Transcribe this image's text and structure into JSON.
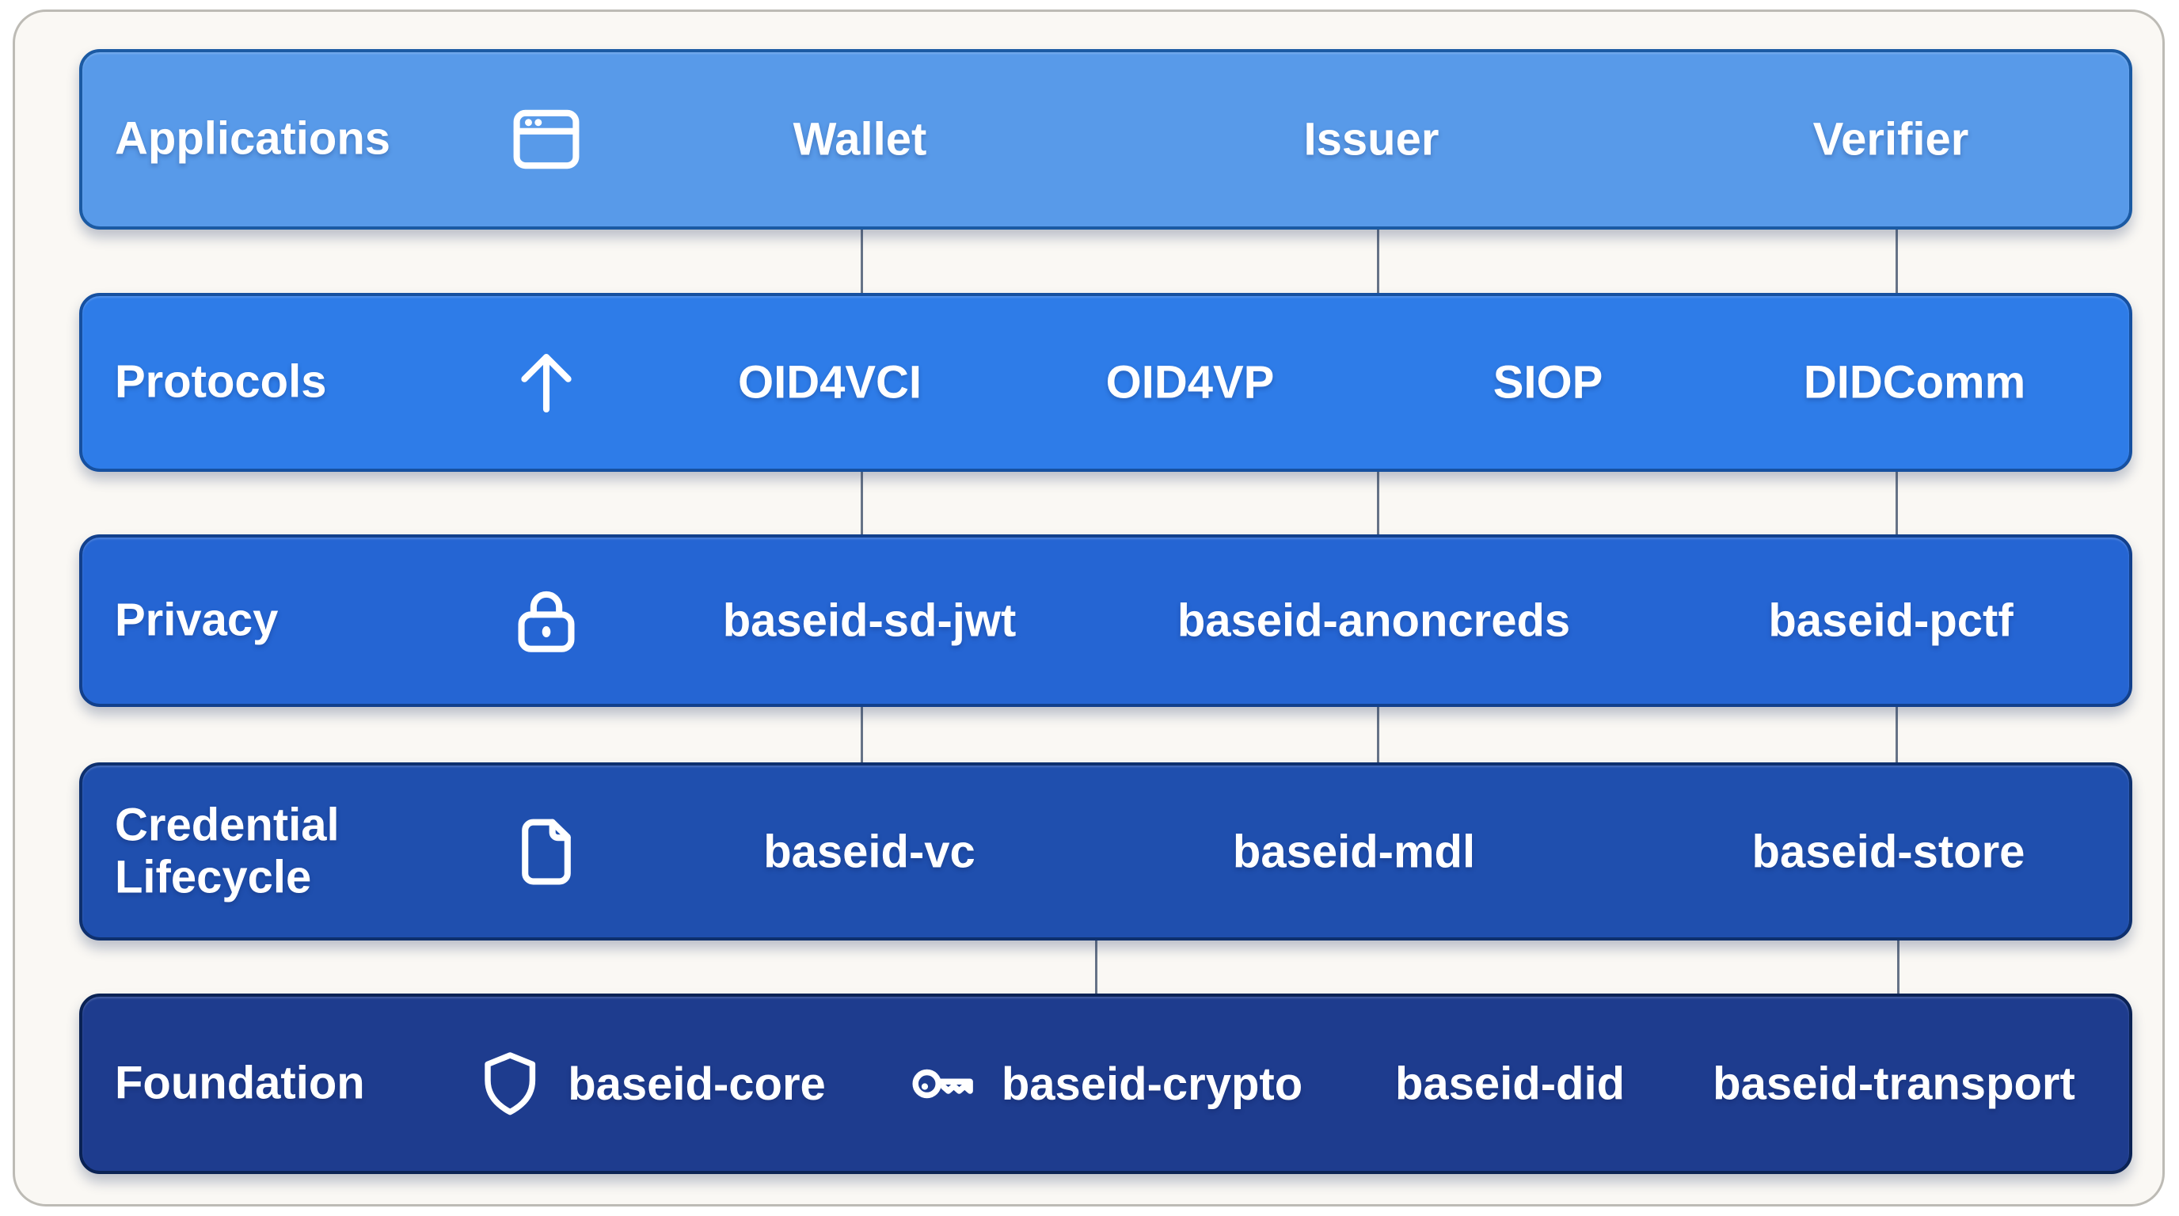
{
  "diagram": {
    "layers": [
      {
        "id": "applications",
        "label": "Applications",
        "icon": "browser-window-icon",
        "fill": "#589ae9",
        "border": "#1b5aa3",
        "items": [
          {
            "label": "Wallet"
          },
          {
            "label": "Issuer"
          },
          {
            "label": "Verifier"
          }
        ]
      },
      {
        "id": "protocols",
        "label": "Protocols",
        "icon": "arrow-up-icon",
        "fill": "#2e7ce8",
        "border": "#1650a0",
        "items": [
          {
            "label": "OID4VCI"
          },
          {
            "label": "OID4VP"
          },
          {
            "label": "SIOP"
          },
          {
            "label": "DIDComm"
          }
        ]
      },
      {
        "id": "privacy",
        "label": "Privacy",
        "icon": "lock-icon",
        "fill": "#2565d3",
        "border": "#12408c",
        "items": [
          {
            "label": "baseid-sd-jwt"
          },
          {
            "label": "baseid-anoncreds"
          },
          {
            "label": "baseid-pctf"
          }
        ]
      },
      {
        "id": "credential-lifecycle",
        "label": "Credential Lifecycle",
        "icon": "document-icon",
        "fill": "#1f4fae",
        "border": "#0e306e",
        "items": [
          {
            "label": "baseid-vc"
          },
          {
            "label": "baseid-mdl"
          },
          {
            "label": "baseid-store"
          }
        ]
      },
      {
        "id": "foundation",
        "label": "Foundation",
        "icon": null,
        "fill": "#1e3c8e",
        "border": "#0a2254",
        "items": [
          {
            "icon": "shield-icon",
            "label": "baseid-core"
          },
          {
            "icon": "key-icon",
            "label": "baseid-crypto"
          },
          {
            "label": "baseid-did"
          },
          {
            "label": "baseid-transport"
          }
        ]
      }
    ],
    "colors": {
      "canvas_background": "#faf8f4",
      "frame_border": "#bdbbb5",
      "connector": "#667387",
      "text": "#ffffff"
    }
  }
}
